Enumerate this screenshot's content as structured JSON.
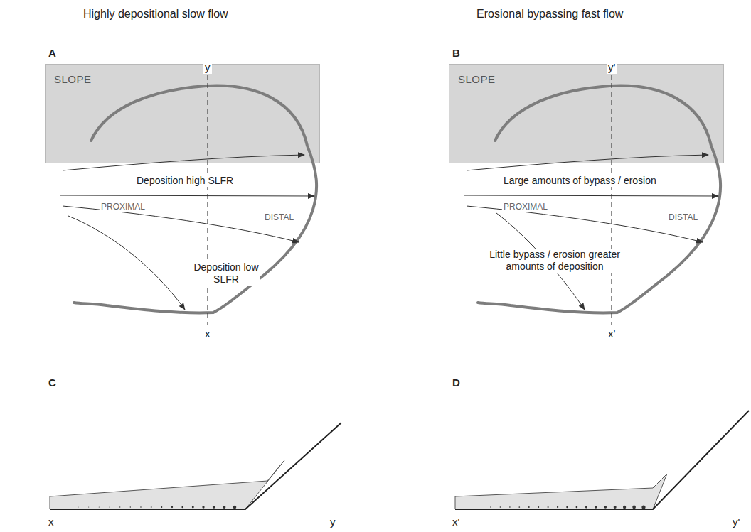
{
  "diagram": {
    "nodes": [
      {
        "text": [
          "SLOPE"
        ]
      },
      {
        "text": [
          "SLOPE"
        ]
      }
    ],
    "labels": [
      "Highly depositional slow flow",
      "Erosional bypassing fast flow",
      "A",
      "B",
      "y",
      "x",
      "y'",
      "x'",
      "Deposition high SLFR",
      "PROXIMAL",
      "DISTAL",
      "Deposition low SLFR",
      "Large amounts of bypass / erosion",
      "PROXIMAL",
      "DISTAL",
      "Little bypass / erosion greater amounts of deposition",
      "C",
      "D",
      "x",
      "y",
      "x'",
      "y'"
    ]
  }
}
